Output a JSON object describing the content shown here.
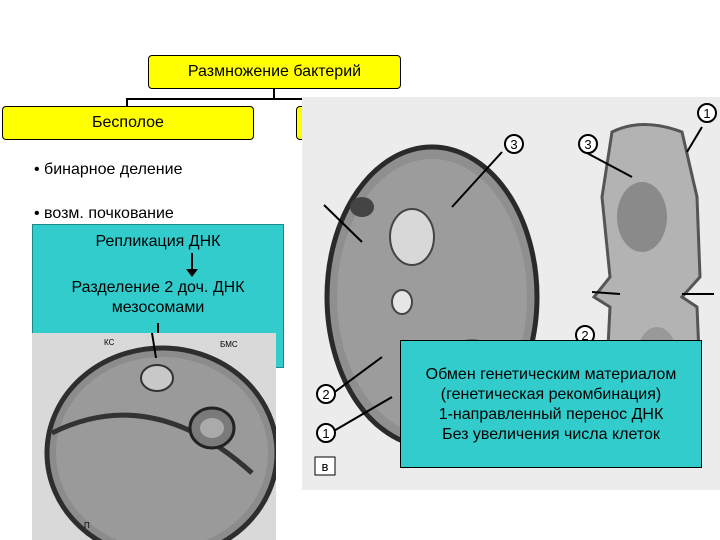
{
  "title": "Размножение бактерий",
  "branch_left": "Бесполое",
  "bullets": [
    "• бинарное деление",
    "• возм. почкование"
  ],
  "process": {
    "step1": "Репликация ДНК",
    "step2_line1": "Разделение 2 доч. ДНК",
    "step2_line2": "мезосомами"
  },
  "micrographs": {
    "left_labels": [
      "КС",
      "БМС",
      "П"
    ],
    "center_labels": [
      "3",
      "2",
      "1",
      "в"
    ],
    "right_labels": [
      "1",
      "3",
      "2"
    ]
  },
  "info_box": {
    "line1": "Обмен генетическим материалом",
    "line2": "(генетическая рекомбинация)",
    "line3": "1-направленный перенос ДНК",
    "line4": "Без увеличения числа клеток"
  }
}
